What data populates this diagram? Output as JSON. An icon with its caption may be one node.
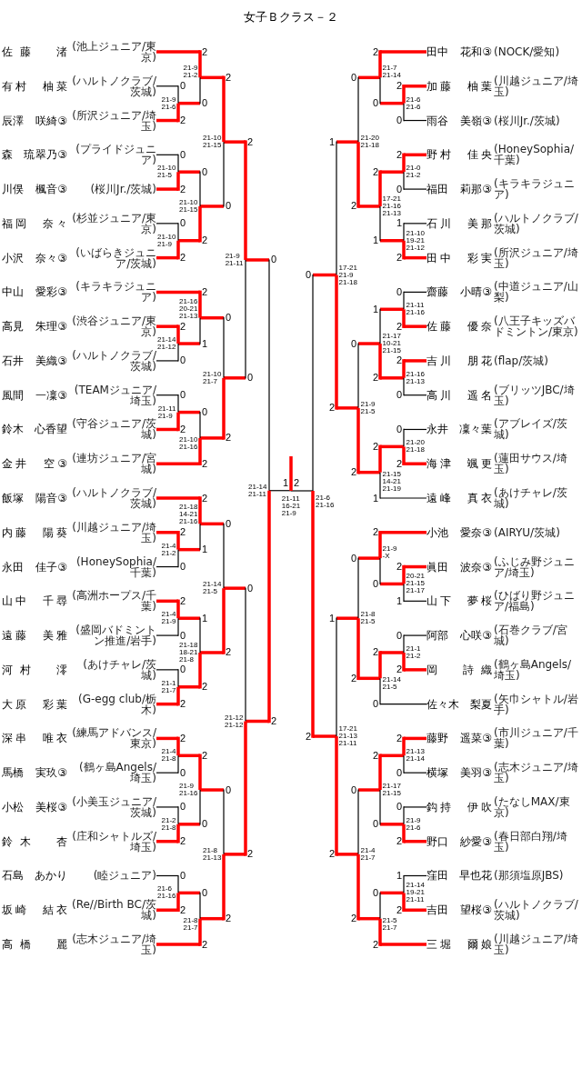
{
  "diagram": {
    "title": "女子Ｂクラス－２",
    "nodes": [
      {
        "text": [
          "佐藤　渚",
          "(池上ジュニア/東京)"
        ]
      },
      {
        "text": [
          "有村　柚菜",
          "(ハルトノクラブ/茨城)"
        ]
      },
      {
        "text": [
          "辰澤　咲綺③",
          "(所沢ジュニア/埼玉)"
        ]
      },
      {
        "text": [
          "森　琉翠乃③",
          "(プライドジュニア)"
        ]
      },
      {
        "text": [
          "川俣　楓音③",
          "(桜川Jr./茨城)"
        ]
      },
      {
        "text": [
          "福岡　奈々",
          "(杉並ジュニア/東京)"
        ]
      },
      {
        "text": [
          "小沢　奈々③",
          "(いばらきジュニア/茨城)"
        ]
      },
      {
        "text": [
          "中山　愛彩③",
          "(キラキラジュニア)"
        ]
      },
      {
        "text": [
          "高見　朱理③",
          "(渋谷ジュニア/東京)"
        ]
      },
      {
        "text": [
          "石井　美織③",
          "(ハルトノクラブ/茨城)"
        ]
      },
      {
        "text": [
          "風間　一凜③",
          "(TEAMジュニア/埼玉)"
        ]
      },
      {
        "text": [
          "鈴木　心香望",
          "(守谷ジュニア/茨城)"
        ]
      },
      {
        "text": [
          "金井　空③",
          "(連坊ジュニア/宮城)"
        ]
      },
      {
        "text": [
          "飯塚　陽音③",
          "(ハルトノクラブ/茨城)"
        ]
      },
      {
        "text": [
          "内藤　陽葵",
          "(川越ジュニア/埼玉)"
        ]
      },
      {
        "text": [
          "永田　佳子③",
          "(HoneySophia/千葉)"
        ]
      },
      {
        "text": [
          "山中　千尋",
          "(高洲ホープス/千葉)"
        ]
      },
      {
        "text": [
          "遠藤　美雅",
          "(盛岡バドミントン推進/岩手)"
        ]
      },
      {
        "text": [
          "河村　澪",
          "(あけチャレ/茨城)"
        ]
      },
      {
        "text": [
          "大原　彩葉",
          "(G-egg club/栃木)"
        ]
      },
      {
        "text": [
          "深串　唯衣",
          "(練馬アドバンス/東京)"
        ]
      },
      {
        "text": [
          "馬橋　実玖③",
          "(鶴ヶ島Angels/埼玉)"
        ]
      },
      {
        "text": [
          "小松　美桜③",
          "(小美玉ジュニア/茨城)"
        ]
      },
      {
        "text": [
          "鈴木　杏",
          "(庄和シャトルズ/埼玉)"
        ]
      },
      {
        "text": [
          "石島　あかり",
          "(睦ジュニア)"
        ]
      },
      {
        "text": [
          "坂崎　結衣",
          "(Re//Birth BC/茨城)"
        ]
      },
      {
        "text": [
          "高橋　麗",
          "(志木ジュニア/埼玉)"
        ]
      },
      {
        "text": [
          "田中　花和③",
          "(NOCK/愛知)"
        ]
      },
      {
        "text": [
          "加藤　柚葉",
          "(川越ジュニア/埼玉)"
        ]
      },
      {
        "text": [
          "雨谷　美嶺③",
          "(桜川Jr./茨城)"
        ]
      },
      {
        "text": [
          "野村　佳央",
          "(HoneySophia/千葉)"
        ]
      },
      {
        "text": [
          "福田　莉那③",
          "(キラキラジュニア)"
        ]
      },
      {
        "text": [
          "石川　美那",
          "(ハルトノクラブ/茨城)"
        ]
      },
      {
        "text": [
          "田中　彩実",
          "(所沢ジュニア/埼玉)"
        ]
      },
      {
        "text": [
          "齋藤　小晴③",
          "(中道ジュニア/山梨)"
        ]
      },
      {
        "text": [
          "佐藤　優奈",
          "(八王子キッズバドミントン/東京)"
        ]
      },
      {
        "text": [
          "吉川　朋花",
          "(flap/茨城)"
        ]
      },
      {
        "text": [
          "高川　遥名",
          "(ブリッツJBC/埼玉)"
        ]
      },
      {
        "text": [
          "永井　凜々葉",
          "(アブレイズ/茨城)"
        ]
      },
      {
        "text": [
          "海津　颯更",
          "(蓮田サウス/埼玉)"
        ]
      },
      {
        "text": [
          "遠峰　真衣",
          "(あけチャレ/茨城)"
        ]
      },
      {
        "text": [
          "小池　愛奈③",
          "(AIRYU/茨城)"
        ]
      },
      {
        "text": [
          "眞田　波奈③",
          "(ふじみ野ジュニア/埼玉)"
        ]
      },
      {
        "text": [
          "山下　夢桜",
          "(ひばり野ジュニア/福島)"
        ]
      },
      {
        "text": [
          "阿部　心咲③",
          "(石巻クラブ/宮城)"
        ]
      },
      {
        "text": [
          "岡　詩織",
          "(鶴ヶ島Angels/埼玉)"
        ]
      },
      {
        "text": [
          "佐々木　梨夏",
          "(矢巾シャトル/岩手)"
        ]
      },
      {
        "text": [
          "藤野　遥菜③",
          "(市川ジュニア/千葉)"
        ]
      },
      {
        "text": [
          "横塚　美羽③",
          "(志木ジュニア/埼玉)"
        ]
      },
      {
        "text": [
          "鈎持　伊吹",
          "(たなしMAX/東京)"
        ]
      },
      {
        "text": [
          "野口　紗愛③",
          "(春日部白翔/埼玉)"
        ]
      },
      {
        "text": [
          "窪田　早也花",
          "(那須塩原JBS)"
        ]
      },
      {
        "text": [
          "吉田　望桜③",
          "(ハルトノクラブ/茨城)"
        ]
      },
      {
        "text": [
          "三堀　爾娘",
          "(川越ジュニア/埼玉)"
        ]
      },
      {
        "text": [],
        "shape": "bar",
        "beside": [
          "21-9 21-6"
        ]
      },
      {
        "text": [],
        "shape": "bar",
        "beside": [
          "21-9 21-2"
        ]
      },
      {
        "text": [],
        "shape": "bar",
        "beside": [
          "21-10 21-5"
        ]
      },
      {
        "text": [],
        "shape": "bar",
        "beside": [
          "21-10 21-9"
        ]
      },
      {
        "text": [],
        "shape": "bar",
        "beside": [
          "21-10 21-15"
        ]
      },
      {
        "text": [],
        "shape": "bar",
        "beside": [
          "21-10 21-15"
        ]
      },
      {
        "text": [],
        "shape": "bar",
        "beside": [
          "21-14 21-12"
        ]
      },
      {
        "text": [],
        "shape": "bar",
        "beside": [
          "21-16 20-21 21-13"
        ]
      },
      {
        "text": [],
        "shape": "bar",
        "beside": [
          "21-11 21-9"
        ]
      },
      {
        "text": [],
        "shape": "bar",
        "beside": [
          "21-10 21-16"
        ]
      },
      {
        "text": [],
        "shape": "bar",
        "beside": [
          "21-10 21-7"
        ]
      },
      {
        "text": [],
        "shape": "bar",
        "beside": [
          "21-9 21-11"
        ]
      },
      {
        "text": [],
        "shape": "bar",
        "beside": [
          "21-4 21-2"
        ]
      },
      {
        "text": [],
        "shape": "bar",
        "beside": [
          "21-18 14-21 21-16"
        ]
      },
      {
        "text": [],
        "shape": "bar",
        "beside": [
          "21-4 21-9"
        ]
      },
      {
        "text": [],
        "shape": "bar",
        "beside": [
          "21-1 21-7"
        ]
      },
      {
        "text": [],
        "shape": "bar",
        "beside": [
          "21-18 18-21 21-8"
        ]
      },
      {
        "text": [],
        "shape": "bar",
        "beside": [
          "21-14 21-5"
        ]
      },
      {
        "text": [],
        "shape": "bar",
        "beside": [
          "21-4 21-8"
        ]
      },
      {
        "text": [],
        "shape": "bar",
        "beside": [
          "21-2 21-8"
        ]
      },
      {
        "text": [],
        "shape": "bar",
        "beside": [
          "21-9 21-16"
        ]
      },
      {
        "text": [],
        "shape": "bar",
        "beside": [
          "21-6 21-16"
        ]
      },
      {
        "text": [],
        "shape": "bar",
        "beside": [
          "21-8 21-7"
        ]
      },
      {
        "text": [],
        "shape": "bar",
        "beside": [
          "21-8 21-13"
        ]
      },
      {
        "text": [],
        "shape": "bar",
        "beside": [
          "21-12 21-12"
        ]
      },
      {
        "text": [],
        "shape": "bar",
        "beside": [
          "21-14 21-11"
        ]
      },
      {
        "text": [],
        "shape": "bar",
        "beside": [
          "21-6 21-6"
        ]
      },
      {
        "text": [],
        "shape": "bar",
        "beside": [
          "21-7 21-14"
        ]
      },
      {
        "text": [],
        "shape": "bar",
        "beside": [
          "21-0 21-2"
        ]
      },
      {
        "text": [],
        "shape": "bar",
        "beside": [
          "21-10 19-21 21-12"
        ]
      },
      {
        "text": [],
        "shape": "bar",
        "beside": [
          "17-21 21-16 21-13"
        ]
      },
      {
        "text": [],
        "shape": "bar",
        "beside": [
          "21-20 21-18"
        ]
      },
      {
        "text": [],
        "shape": "bar",
        "beside": [
          "21-11 21-16"
        ]
      },
      {
        "text": [],
        "shape": "bar",
        "beside": [
          "21-16 21-13"
        ]
      },
      {
        "text": [],
        "shape": "bar",
        "beside": [
          "21-17 10-21 21-15"
        ]
      },
      {
        "text": [],
        "shape": "bar",
        "beside": [
          "21-20 21-18"
        ]
      },
      {
        "text": [],
        "shape": "bar",
        "beside": [
          "21-15 14-21 21-19"
        ]
      },
      {
        "text": [],
        "shape": "bar",
        "beside": [
          "21-9 21-5"
        ]
      },
      {
        "text": [],
        "shape": "bar",
        "beside": [
          "17-21 21-9 21-18"
        ]
      },
      {
        "text": [],
        "shape": "bar",
        "beside": [
          "20-21 21-15 21-17"
        ]
      },
      {
        "text": [],
        "shape": "bar",
        "beside": [
          "21-9 -X"
        ]
      },
      {
        "text": [],
        "shape": "bar",
        "beside": [
          "21-1 21-2"
        ]
      },
      {
        "text": [],
        "shape": "bar",
        "beside": [
          "21-14 21-5"
        ]
      },
      {
        "text": [],
        "shape": "bar",
        "beside": [
          "21-8 21-5"
        ]
      },
      {
        "text": [],
        "shape": "bar",
        "beside": [
          "21-13 21-14"
        ]
      },
      {
        "text": [],
        "shape": "bar",
        "beside": [
          "21-9 21-6"
        ]
      },
      {
        "text": [],
        "shape": "bar",
        "beside": [
          "21-17 21-15"
        ]
      },
      {
        "text": [],
        "shape": "bar",
        "beside": [
          "21-14 19-21 21-11"
        ]
      },
      {
        "text": [],
        "shape": "bar",
        "beside": [
          "21-5 21-7"
        ]
      },
      {
        "text": [],
        "shape": "bar",
        "beside": [
          "21-4 21-7"
        ]
      },
      {
        "text": [],
        "shape": "bar",
        "beside": [
          "17-21 21-13 21-11"
        ]
      },
      {
        "text": [],
        "shape": "bar",
        "beside": [
          "21-6 21-16"
        ]
      },
      {
        "text": [],
        "shape": "bar",
        "beside": [
          "21-11 16-21 21-9"
        ]
      }
    ],
    "edges": [
      {
        "from": 1,
        "to": 54,
        "arrow": "none",
        "label": "0",
        "color": "#000000"
      },
      {
        "from": 2,
        "to": 54,
        "arrow": "none",
        "label": "2"
      },
      {
        "from": 0,
        "to": 55,
        "arrow": "none",
        "label": "2"
      },
      {
        "from": 54,
        "to": 55,
        "arrow": "none",
        "label": "0"
      },
      {
        "from": 3,
        "to": 56,
        "arrow": "none",
        "label": "0",
        "color": "#000000"
      },
      {
        "from": 4,
        "to": 56,
        "arrow": "none",
        "label": "2"
      },
      {
        "from": 5,
        "to": 57,
        "arrow": "none",
        "label": "0",
        "color": "#000000"
      },
      {
        "from": 6,
        "to": 57,
        "arrow": "none",
        "label": "2"
      },
      {
        "from": 56,
        "to": 58,
        "arrow": "none",
        "label": "0"
      },
      {
        "from": 57,
        "to": 58,
        "arrow": "none",
        "label": "2"
      },
      {
        "from": 55,
        "to": 59,
        "arrow": "none",
        "label": "2"
      },
      {
        "from": 58,
        "to": 59,
        "arrow": "none",
        "label": "0"
      },
      {
        "from": 8,
        "to": 60,
        "arrow": "none",
        "label": "2"
      },
      {
        "from": 9,
        "to": 60,
        "arrow": "none",
        "label": "0",
        "color": "#000000"
      },
      {
        "from": 7,
        "to": 61,
        "arrow": "none",
        "label": "2"
      },
      {
        "from": 60,
        "to": 61,
        "arrow": "none",
        "label": "1"
      },
      {
        "from": 10,
        "to": 62,
        "arrow": "none",
        "label": "0",
        "color": "#000000"
      },
      {
        "from": 11,
        "to": 62,
        "arrow": "none",
        "label": "2"
      },
      {
        "from": 62,
        "to": 63,
        "arrow": "none",
        "label": "0"
      },
      {
        "from": 12,
        "to": 63,
        "arrow": "none",
        "label": "2"
      },
      {
        "from": 61,
        "to": 64,
        "arrow": "none",
        "label": "0"
      },
      {
        "from": 63,
        "to": 64,
        "arrow": "none",
        "label": "2"
      },
      {
        "from": 59,
        "to": 65,
        "arrow": "none",
        "label": "2"
      },
      {
        "from": 64,
        "to": 65,
        "arrow": "none",
        "label": "0"
      },
      {
        "from": 14,
        "to": 66,
        "arrow": "none",
        "label": "2"
      },
      {
        "from": 15,
        "to": 66,
        "arrow": "none",
        "label": "0",
        "color": "#000000"
      },
      {
        "from": 13,
        "to": 67,
        "arrow": "none",
        "label": "2"
      },
      {
        "from": 66,
        "to": 67,
        "arrow": "none",
        "label": "1"
      },
      {
        "from": 16,
        "to": 68,
        "arrow": "none",
        "label": "2"
      },
      {
        "from": 17,
        "to": 68,
        "arrow": "none",
        "label": "0",
        "color": "#000000"
      },
      {
        "from": 18,
        "to": 69,
        "arrow": "none",
        "label": "0",
        "color": "#000000"
      },
      {
        "from": 19,
        "to": 69,
        "arrow": "none",
        "label": "2"
      },
      {
        "from": 68,
        "to": 70,
        "arrow": "none",
        "label": "1"
      },
      {
        "from": 69,
        "to": 70,
        "arrow": "none",
        "label": "2"
      },
      {
        "from": 67,
        "to": 71,
        "arrow": "none",
        "label": "0"
      },
      {
        "from": 70,
        "to": 71,
        "arrow": "none",
        "label": "2"
      },
      {
        "from": 20,
        "to": 72,
        "arrow": "none",
        "label": "2"
      },
      {
        "from": 21,
        "to": 72,
        "arrow": "none",
        "label": "0",
        "color": "#000000"
      },
      {
        "from": 22,
        "to": 73,
        "arrow": "none",
        "label": "0",
        "color": "#000000"
      },
      {
        "from": 23,
        "to": 73,
        "arrow": "none",
        "label": "2"
      },
      {
        "from": 72,
        "to": 74,
        "arrow": "none",
        "label": "2"
      },
      {
        "from": 73,
        "to": 74,
        "arrow": "none",
        "label": "0"
      },
      {
        "from": 24,
        "to": 75,
        "arrow": "none",
        "label": "0",
        "color": "#000000"
      },
      {
        "from": 25,
        "to": 75,
        "arrow": "none",
        "label": "2"
      },
      {
        "from": 75,
        "to": 76,
        "arrow": "none",
        "label": "0"
      },
      {
        "from": 26,
        "to": 76,
        "arrow": "none",
        "label": "2"
      },
      {
        "from": 74,
        "to": 77,
        "arrow": "none",
        "label": "0"
      },
      {
        "from": 76,
        "to": 77,
        "arrow": "none",
        "label": "2"
      },
      {
        "from": 71,
        "to": 78,
        "arrow": "none",
        "label": "0"
      },
      {
        "from": 77,
        "to": 78,
        "arrow": "none",
        "label": "2"
      },
      {
        "from": 65,
        "to": 79,
        "arrow": "none",
        "label": "0"
      },
      {
        "from": 78,
        "to": 79,
        "arrow": "none",
        "label": "2"
      },
      {
        "from": 28,
        "to": 80,
        "arrow": "none",
        "label": "2"
      },
      {
        "from": 29,
        "to": 80,
        "arrow": "none",
        "label": "0",
        "color": "#000000"
      },
      {
        "from": 27,
        "to": 81,
        "arrow": "none",
        "label": "2"
      },
      {
        "from": 80,
        "to": 81,
        "arrow": "none",
        "label": "0"
      },
      {
        "from": 30,
        "to": 82,
        "arrow": "none",
        "label": "2"
      },
      {
        "from": 31,
        "to": 82,
        "arrow": "none",
        "label": "0",
        "color": "#000000"
      },
      {
        "from": 32,
        "to": 83,
        "arrow": "none",
        "label": "1",
        "color": "#000000"
      },
      {
        "from": 33,
        "to": 83,
        "arrow": "none",
        "label": "2"
      },
      {
        "from": 82,
        "to": 84,
        "arrow": "none",
        "label": "2"
      },
      {
        "from": 83,
        "to": 84,
        "arrow": "none",
        "label": "1"
      },
      {
        "from": 81,
        "to": 85,
        "arrow": "none",
        "label": "0"
      },
      {
        "from": 84,
        "to": 85,
        "arrow": "none",
        "label": "2"
      },
      {
        "from": 34,
        "to": 86,
        "arrow": "none",
        "label": "0",
        "color": "#000000"
      },
      {
        "from": 35,
        "to": 86,
        "arrow": "none",
        "label": "2"
      },
      {
        "from": 36,
        "to": 87,
        "arrow": "none",
        "label": "2"
      },
      {
        "from": 37,
        "to": 87,
        "arrow": "none",
        "label": "0",
        "color": "#000000"
      },
      {
        "from": 86,
        "to": 88,
        "arrow": "none",
        "label": "1"
      },
      {
        "from": 87,
        "to": 88,
        "arrow": "none",
        "label": "2"
      },
      {
        "from": 38,
        "to": 89,
        "arrow": "none",
        "label": "0",
        "color": "#000000"
      },
      {
        "from": 39,
        "to": 89,
        "arrow": "none",
        "label": "2"
      },
      {
        "from": 89,
        "to": 90,
        "arrow": "none",
        "label": "2"
      },
      {
        "from": 40,
        "to": 90,
        "arrow": "none",
        "label": "1",
        "color": "#000000"
      },
      {
        "from": 88,
        "to": 91,
        "arrow": "none",
        "label": "0"
      },
      {
        "from": 90,
        "to": 91,
        "arrow": "none",
        "label": "2"
      },
      {
        "from": 85,
        "to": 92,
        "arrow": "none",
        "label": "1"
      },
      {
        "from": 91,
        "to": 92,
        "arrow": "none",
        "label": "2"
      },
      {
        "from": 42,
        "to": 93,
        "arrow": "none",
        "label": "2"
      },
      {
        "from": 43,
        "to": 93,
        "arrow": "none",
        "label": "1",
        "color": "#000000"
      },
      {
        "from": 41,
        "to": 94,
        "arrow": "none",
        "label": "2"
      },
      {
        "from": 93,
        "to": 94,
        "arrow": "none",
        "label": "0"
      },
      {
        "from": 44,
        "to": 95,
        "arrow": "none",
        "label": "0",
        "color": "#000000"
      },
      {
        "from": 45,
        "to": 95,
        "arrow": "none",
        "label": "2"
      },
      {
        "from": 95,
        "to": 96,
        "arrow": "none",
        "label": "2"
      },
      {
        "from": 46,
        "to": 96,
        "arrow": "none",
        "label": "0",
        "color": "#000000"
      },
      {
        "from": 94,
        "to": 97,
        "arrow": "none",
        "label": "0"
      },
      {
        "from": 96,
        "to": 97,
        "arrow": "none",
        "label": "2"
      },
      {
        "from": 47,
        "to": 98,
        "arrow": "none",
        "label": "2"
      },
      {
        "from": 48,
        "to": 98,
        "arrow": "none",
        "label": "0",
        "color": "#000000"
      },
      {
        "from": 49,
        "to": 99,
        "arrow": "none",
        "label": "0",
        "color": "#000000"
      },
      {
        "from": 50,
        "to": 99,
        "arrow": "none",
        "label": "2"
      },
      {
        "from": 98,
        "to": 100,
        "arrow": "none",
        "label": "2"
      },
      {
        "from": 99,
        "to": 100,
        "arrow": "none",
        "label": "0"
      },
      {
        "from": 51,
        "to": 101,
        "arrow": "none",
        "label": "1",
        "color": "#000000"
      },
      {
        "from": 52,
        "to": 101,
        "arrow": "none",
        "label": "2"
      },
      {
        "from": 101,
        "to": 102,
        "arrow": "none",
        "label": "0"
      },
      {
        "from": 53,
        "to": 102,
        "arrow": "none",
        "label": "2"
      },
      {
        "from": 100,
        "to": 103,
        "arrow": "none",
        "label": "0"
      },
      {
        "from": 102,
        "to": 103,
        "arrow": "none",
        "label": "2"
      },
      {
        "from": 97,
        "to": 104,
        "arrow": "none",
        "label": "1"
      },
      {
        "from": 103,
        "to": 104,
        "arrow": "none",
        "label": "2"
      },
      {
        "from": 92,
        "to": 105,
        "arrow": "none",
        "label": "0"
      },
      {
        "from": 104,
        "to": 105,
        "arrow": "none",
        "label": "2"
      },
      {
        "from": 79,
        "to": 106,
        "arrow": "none",
        "label": "1",
        "color": "#000000"
      },
      {
        "from": 105,
        "to": 106,
        "arrow": "none",
        "label": "2",
        "color": "#000000"
      }
    ]
  }
}
